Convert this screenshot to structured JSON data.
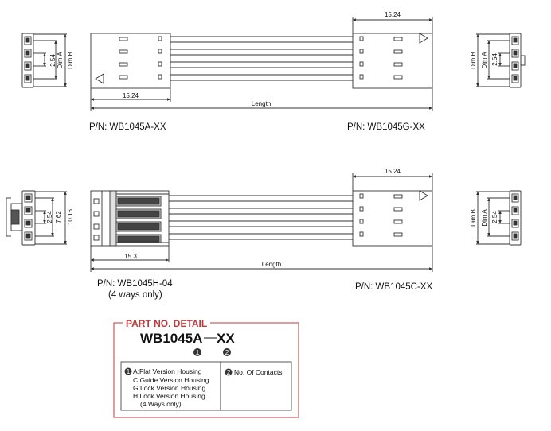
{
  "colors": {
    "line": "#333333",
    "detail_border": "#c0393b",
    "detail_title": "#c0393b"
  },
  "top": {
    "left_pn": "P/N: WB1045A-XX",
    "right_pn": "P/N: WB1045G-XX",
    "dim_left_conn": "15.24",
    "dim_right_conn": "15.24",
    "dim_length": "Length",
    "end_left": {
      "pitch": "2.54",
      "dim_a": "Dim A",
      "dim_b": "Dim B"
    },
    "end_right": {
      "pitch": "2.54",
      "dim_a": "Dim A",
      "dim_b": "Dim B"
    }
  },
  "bottom": {
    "left_pn": "P/N: WB1045H-04",
    "left_pn_note": "(4 ways only)",
    "right_pn": "P/N: WB1045C-XX",
    "dim_left_conn": "15.3",
    "dim_right_conn": "15.24",
    "dim_length": "Length",
    "end_left": {
      "pitch": "2.54",
      "mid": "7.62",
      "outer": "10.16"
    },
    "end_right": {
      "pitch": "2.54",
      "dim_a": "Dim A",
      "dim_b": "Dim B"
    }
  },
  "detail": {
    "title": "PART NO. DETAIL",
    "part_main": "WB1045A",
    "part_dash": "—",
    "part_suffix": "XX",
    "marker1": "1",
    "marker2": "2",
    "options": [
      "A:Flat Version Housing",
      "C:Guide Version Housing",
      "G:Lock Version Housing",
      "H:Lock Version Housing",
      "(4 Ways only)"
    ],
    "contacts_label": "No. Of Contacts"
  }
}
